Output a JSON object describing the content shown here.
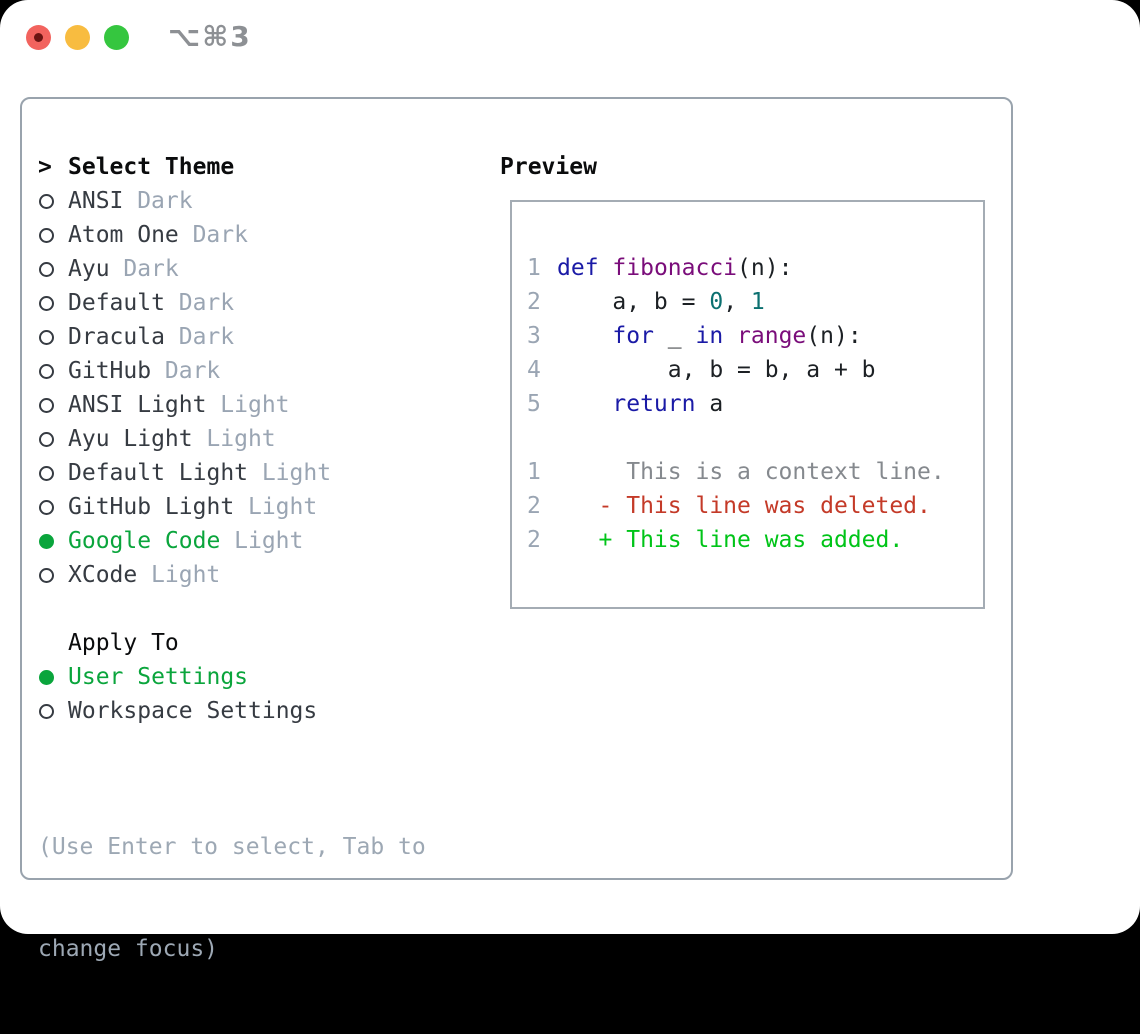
{
  "window": {
    "title_shortcut": "⌥⌘3",
    "traffic_lights": [
      "close",
      "minimize",
      "zoom"
    ]
  },
  "theme_panel": {
    "header": {
      "cursor": ">",
      "label": "Select Theme"
    },
    "themes": [
      {
        "name": "ANSI",
        "variant": "Dark",
        "selected": false
      },
      {
        "name": "Atom One",
        "variant": "Dark",
        "selected": false
      },
      {
        "name": "Ayu",
        "variant": "Dark",
        "selected": false
      },
      {
        "name": "Default",
        "variant": "Dark",
        "selected": false
      },
      {
        "name": "Dracula",
        "variant": "Dark",
        "selected": false
      },
      {
        "name": "GitHub",
        "variant": "Dark",
        "selected": false
      },
      {
        "name": "ANSI Light",
        "variant": "Light",
        "selected": false
      },
      {
        "name": "Ayu Light",
        "variant": "Light",
        "selected": false
      },
      {
        "name": "Default Light",
        "variant": "Light",
        "selected": false
      },
      {
        "name": "GitHub Light",
        "variant": "Light",
        "selected": false
      },
      {
        "name": "Google Code",
        "variant": "Light",
        "selected": true
      },
      {
        "name": "XCode",
        "variant": "Light",
        "selected": false
      }
    ],
    "apply_to": {
      "label": "Apply To",
      "options": [
        {
          "name": "User Settings",
          "selected": true
        },
        {
          "name": "Workspace Settings",
          "selected": false
        }
      ]
    },
    "hint_lines": [
      "(Use Enter to select, Tab to",
      "change focus)"
    ]
  },
  "preview": {
    "label": "Preview",
    "code_lines": [
      {
        "n": "1",
        "tokens": [
          {
            "t": "kw",
            "s": "def"
          },
          {
            "t": "pl",
            "s": " "
          },
          {
            "t": "fn",
            "s": "fibonacci"
          },
          {
            "t": "pl",
            "s": "(n):"
          }
        ]
      },
      {
        "n": "2",
        "tokens": [
          {
            "t": "pl",
            "s": "    a, b = "
          },
          {
            "t": "num",
            "s": "0"
          },
          {
            "t": "pl",
            "s": ", "
          },
          {
            "t": "num",
            "s": "1"
          }
        ]
      },
      {
        "n": "3",
        "tokens": [
          {
            "t": "pl",
            "s": "    "
          },
          {
            "t": "kw",
            "s": "for"
          },
          {
            "t": "pl",
            "s": " _ "
          },
          {
            "t": "kw",
            "s": "in"
          },
          {
            "t": "pl",
            "s": " "
          },
          {
            "t": "fn",
            "s": "range"
          },
          {
            "t": "pl",
            "s": "(n):"
          }
        ]
      },
      {
        "n": "4",
        "tokens": [
          {
            "t": "pl",
            "s": "        a, b = b, a + b"
          }
        ]
      },
      {
        "n": "5",
        "tokens": [
          {
            "t": "pl",
            "s": "    "
          },
          {
            "t": "kw",
            "s": "return"
          },
          {
            "t": "pl",
            "s": " a"
          }
        ]
      }
    ],
    "gap_rows": 1,
    "diff_lines": [
      {
        "n": "1",
        "tokens": [
          {
            "t": "ctx",
            "s": "     This is a context line."
          }
        ]
      },
      {
        "n": "2",
        "tokens": [
          {
            "t": "del",
            "s": "   - This line was deleted."
          }
        ]
      },
      {
        "n": "2",
        "tokens": [
          {
            "t": "add",
            "s": "   + This line was added."
          }
        ]
      }
    ]
  },
  "colors": {
    "backdrop": "#000000",
    "window_bg": "#ffffff",
    "panel_border": "#99a3ad",
    "box_border": "#a4acb4",
    "header_text": "#0b0c0d",
    "option_text": "#363b42",
    "muted_gray": "#9aa5b3",
    "hint_gray": "#9da8b4",
    "accent_green": "#0aa53c",
    "keyword_blue": "#1a1aa6",
    "function_purple": "#7a0d7a",
    "number_teal": "#0b7070",
    "code_text": "#1c2024",
    "line_number_gray": "#9aa5b3",
    "diff_context_gray": "#85898e",
    "diff_deleted_red": "#c43a28",
    "diff_added_green": "#00c418",
    "traffic_red": "#f2635e",
    "traffic_red_dot": "#6b1412",
    "traffic_yellow": "#f8bc40",
    "traffic_green": "#35c63f",
    "shortcut_gray": "#8d9094"
  }
}
